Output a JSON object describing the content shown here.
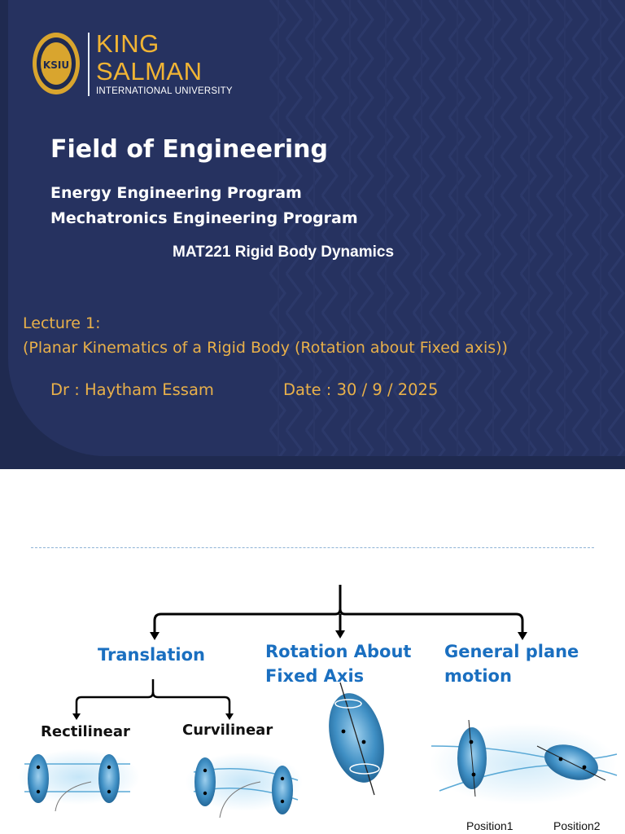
{
  "slide1": {
    "brand": {
      "line1": "KING",
      "line2": "SALMAN",
      "line3": "INTERNATIONAL UNIVERSITY",
      "seal_text": "KSIU"
    },
    "field_title": "Field of Engineering",
    "programs": [
      "Energy Engineering Program",
      "Mechatronics Engineering Program"
    ],
    "course": "MAT221 Rigid Body Dynamics",
    "lecture_label": "Lecture 1:",
    "lecture_title": "(Planar Kinematics of a Rigid Body (Rotation about Fixed axis))",
    "doctor": "Dr : Haytham Essam",
    "date": "Date : 30 / 9  / 2025"
  },
  "slide2": {
    "headings": {
      "translation": "Translation",
      "rotation_line1": "Rotation About",
      "rotation_line2": "Fixed Axis",
      "general_line1": "General plane",
      "general_line2": "motion"
    },
    "subheadings": {
      "rectilinear": "Rectilinear",
      "curvilinear": "Curvilinear"
    },
    "positions": {
      "position1": "Position1",
      "position2": "Position2"
    }
  },
  "colors": {
    "navy": "#1f2a50",
    "gold": "#f1b434",
    "orange_text": "#e8b04a",
    "heading_blue": "#1a6fc0"
  }
}
